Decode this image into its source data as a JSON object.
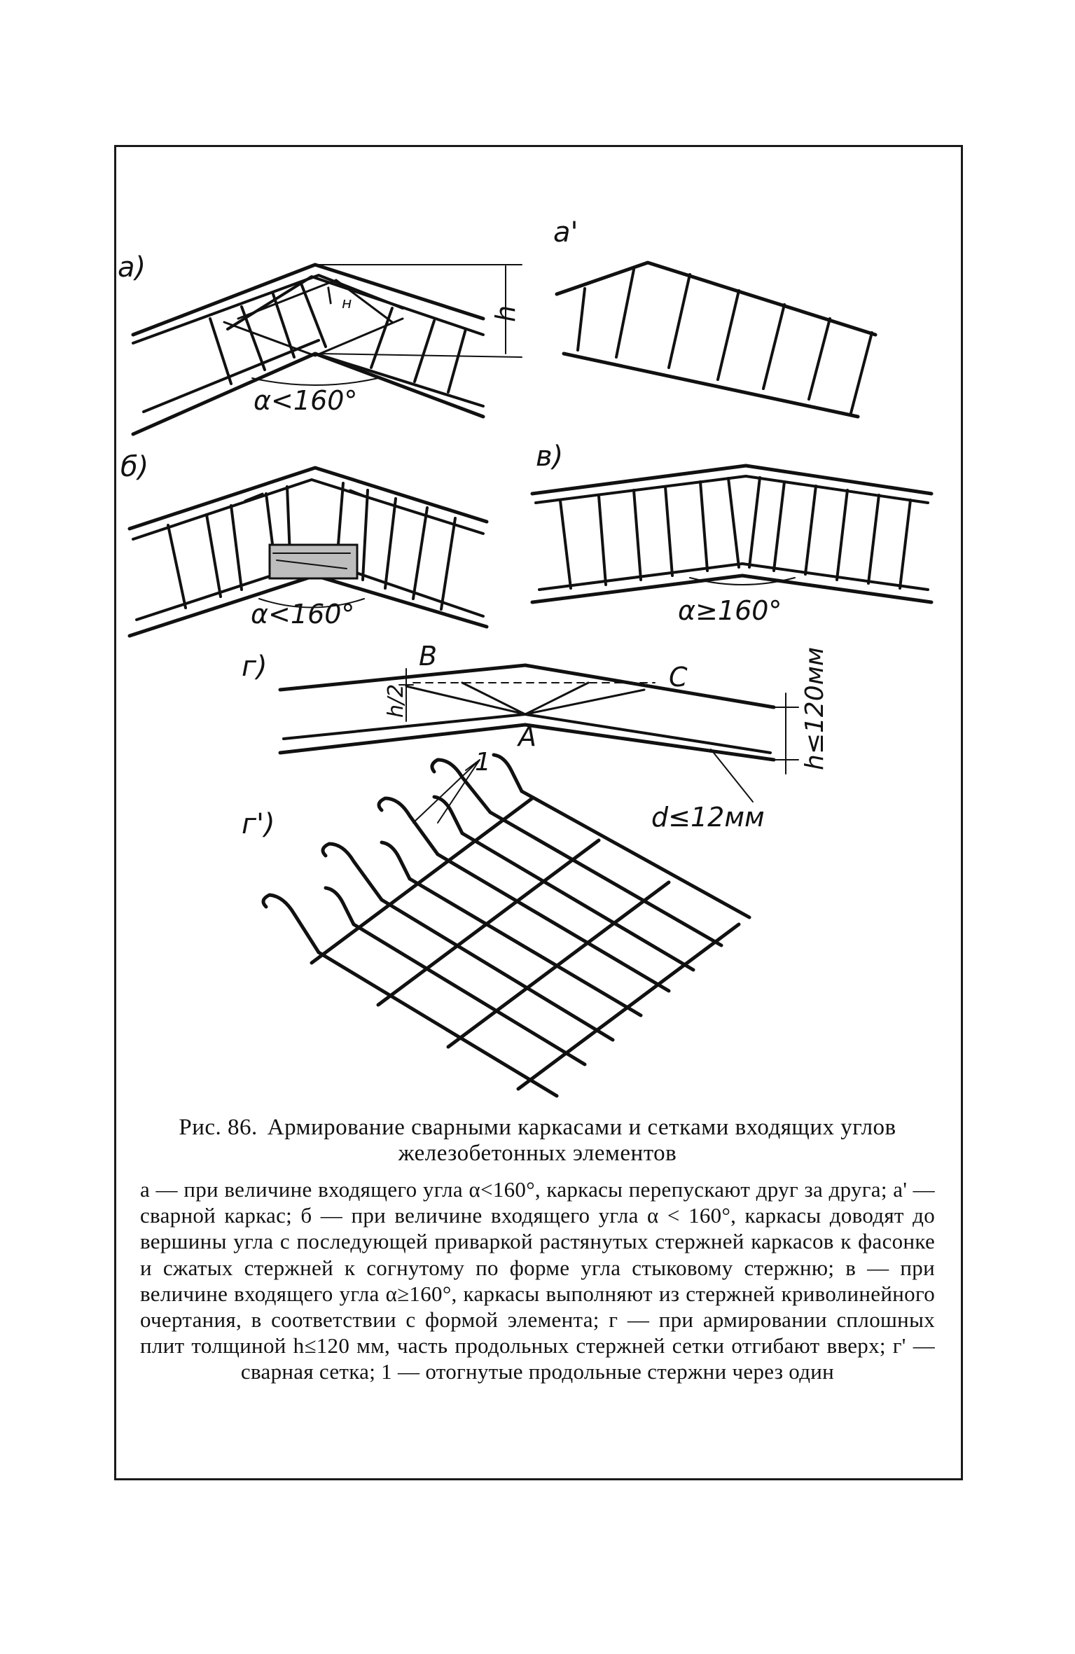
{
  "figure": {
    "labels": {
      "a": "а)",
      "a_prime": "а'",
      "b": "б)",
      "v": "в)",
      "g": "г)",
      "g_prime": "г')",
      "h": "h",
      "ln": "l",
      "ln_sub": "н",
      "angle_lt_1": "α<160°",
      "angle_lt_2": "α<160°",
      "angle_ge": "α≥160°",
      "B": "B",
      "C": "C",
      "A": "A",
      "h2": "h/2",
      "h_le": "h≤120мм",
      "d_le": "d≤12мм",
      "one": "1"
    }
  },
  "caption": {
    "number": "Рис. 86.",
    "title": "Армирование сварными каркасами и сетками входящих углов железобетонных элементов"
  },
  "legend": {
    "text": "а — при величине входящего угла α<160°, каркасы перепускают друг за друга; а' — сварной каркас; б — при величине входящего угла α < 160°, каркасы доводят до вершины угла с последующей приваркой растянутых стержней каркасов к фасонке и сжатых стержней к согнутому по форме угла стыковому стержню; в — при величине входящего угла α≥160°, каркасы выполняют из стержней криволинейного очертания, в соответствии с формой элемента; г — при армировании сплошных плит толщиной h≤120 мм, часть продольных стержней сетки отгибают вверх; г' — сварная сетка; 1 — отогнутые продольные стержни через один"
  }
}
